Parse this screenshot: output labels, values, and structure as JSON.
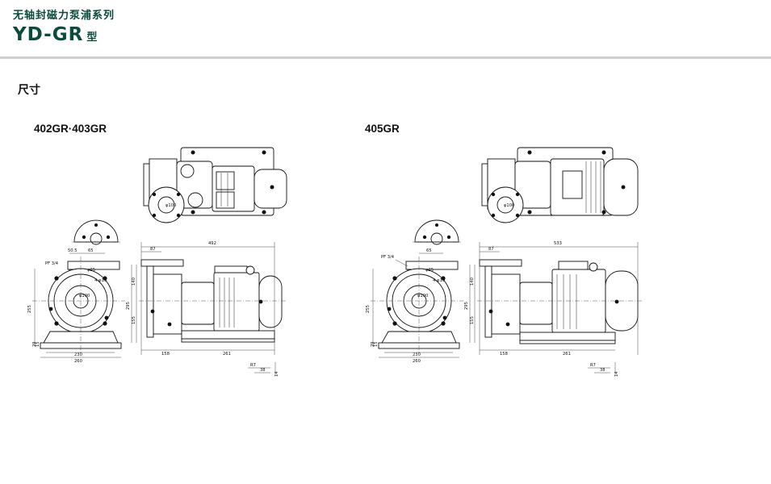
{
  "header": {
    "series_title": "无轴封磁力泵浦系列",
    "model_title": "YD-GR",
    "model_suffix": "型"
  },
  "section": {
    "label": "尺寸"
  },
  "drawings": [
    {
      "label": "402GR·403GR",
      "dims": {
        "total_length": "492",
        "suction_offset": "87",
        "half_flange": "65",
        "flange_offset": "50.5",
        "flange_ptc": "4-φ19",
        "flange_bore": "φ25",
        "pf": "PF 3/4",
        "side_height": "255",
        "total_height": "295",
        "top_height": "140",
        "bottom_height": "155",
        "foot_width": "230",
        "base_width": "260",
        "foot_front": "158",
        "foot_rear": "261",
        "slot_r": "R7",
        "slot_w": "38",
        "slot_h": "14",
        "base_thk": "29",
        "foot_h": "15"
      }
    },
    {
      "label": "405GR",
      "dims": {
        "total_length": "533",
        "suction_offset": "87",
        "half_flange": "65",
        "flange_ptc": "4-φ19",
        "flange_bore": "φ25",
        "pf": "PF 3/4",
        "side_height": "255",
        "total_height": "295",
        "top_height": "140",
        "bottom_height": "155",
        "foot_width": "230",
        "base_width": "260",
        "foot_front": "158",
        "foot_rear": "261",
        "slot_r": "R7",
        "slot_w": "38",
        "slot_h": "14",
        "base_thk": "29",
        "foot_h": "15"
      }
    }
  ],
  "colors": {
    "brand_green": "#0b4a3c",
    "rule_gray": "#cfcfcf",
    "line": "#111111"
  }
}
